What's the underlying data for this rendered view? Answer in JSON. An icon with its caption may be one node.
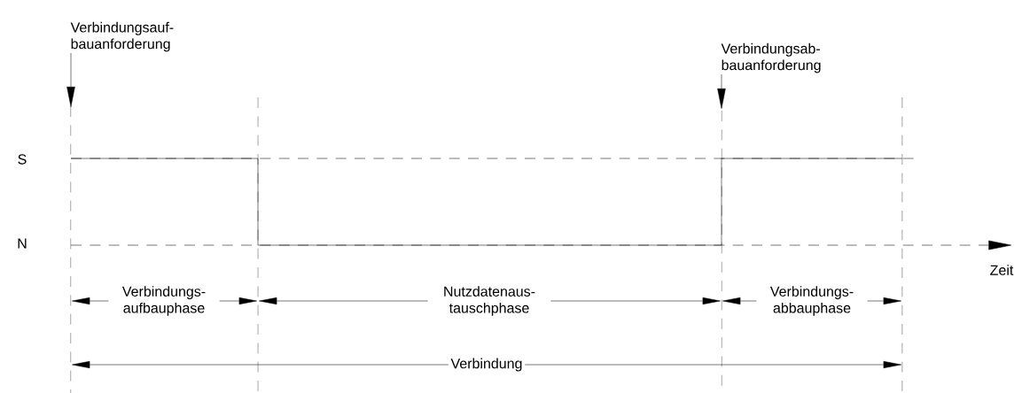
{
  "diagram": {
    "nodes": [
      {
        "text": [
          "Verbindungsauf- bauanforderung"
        ]
      },
      {
        "text": [
          "Verbindungsab- bauanforderung"
        ]
      }
    ],
    "edges": [
      {
        "from": 0,
        "to": null,
        "arrow": "to"
      },
      {
        "from": 1,
        "to": null,
        "arrow": "to"
      }
    ],
    "labels": [
      "S",
      "N",
      "Zeit",
      "Verbindungs- aufbauphase",
      "Nutzdatenaus- tauschphase",
      "Verbindungs- abbauphase",
      "Verbindung"
    ]
  }
}
